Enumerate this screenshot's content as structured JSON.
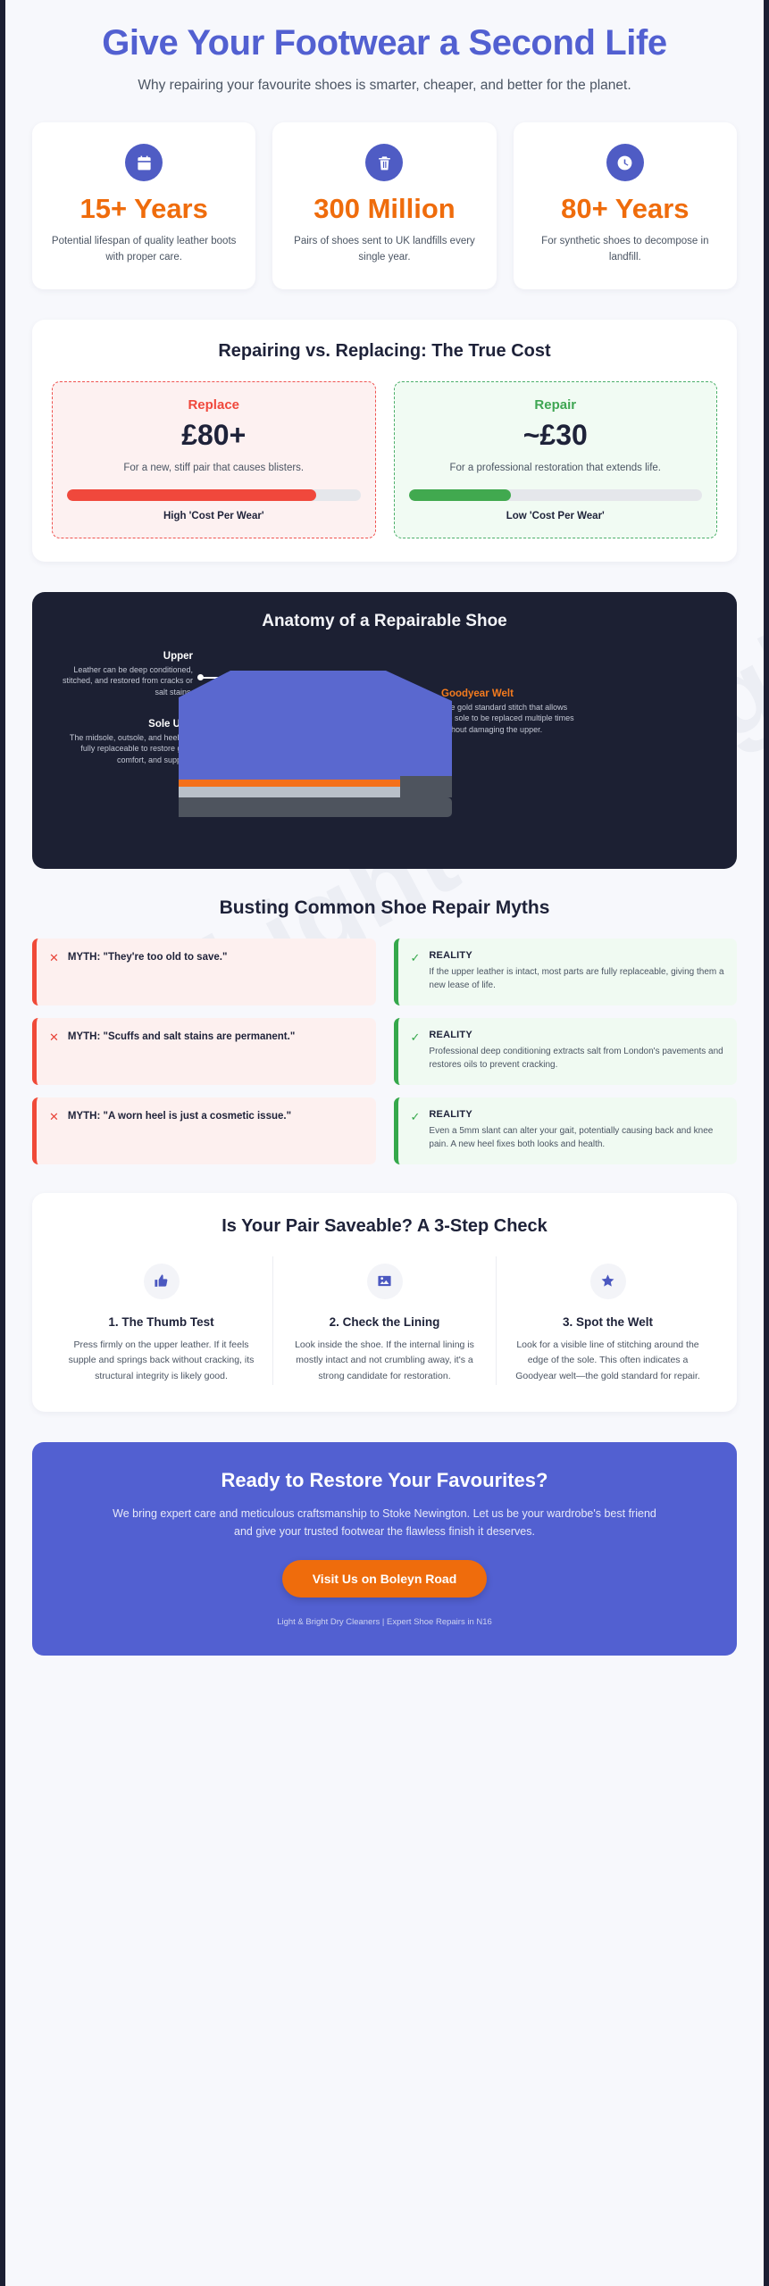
{
  "hero": {
    "title": "Give Your Footwear a Second Life",
    "subtitle": "Why repairing your favourite shoes is smarter, cheaper, and better for the planet."
  },
  "stats": [
    {
      "icon": "calendar-icon",
      "value": "15+ Years",
      "desc": "Potential lifespan of quality leather boots with proper care."
    },
    {
      "icon": "trash-icon",
      "value": "300 Million",
      "desc": "Pairs of shoes sent to UK landfills every single year."
    },
    {
      "icon": "clock-icon",
      "value": "80+ Years",
      "desc": "For synthetic shoes to decompose in landfill."
    }
  ],
  "cost": {
    "title": "Repairing vs. Replacing: The True Cost",
    "replace": {
      "label": "Replace",
      "amount": "£80+",
      "note": "For a new, stiff pair that causes blisters.",
      "bar_percent": 85,
      "bar_color": "#f0483c",
      "caption": "High 'Cost Per Wear'"
    },
    "repair": {
      "label": "Repair",
      "amount": "~£30",
      "note": "For a professional restoration that extends life.",
      "bar_percent": 35,
      "bar_color": "#41a94f",
      "caption": "Low 'Cost Per Wear'"
    }
  },
  "anatomy": {
    "title": "Anatomy of a Repairable Shoe",
    "annotations": [
      {
        "title": "Upper",
        "body": "Leather can be deep conditioned, stitched, and restored from cracks or salt stains.",
        "color": "#ffffff"
      },
      {
        "title": "Sole Unit",
        "body": "The midsole, outsole, and heel are fully replaceable to restore grip, comfort, and support.",
        "color": "#ffffff"
      },
      {
        "title": "Goodyear Welt",
        "body": "The gold standard stitch that allows the sole to be replaced multiple times without damaging the upper.",
        "color": "#f47b1e"
      }
    ],
    "shoe_colors": {
      "upper": "#5a68cf",
      "welt": "#f4701a",
      "midsole": "#b9c0c9",
      "outsole": "#4e545e"
    }
  },
  "myths": {
    "title": "Busting Common Shoe Repair Myths",
    "reality_label": "REALITY",
    "items": [
      {
        "myth": "MYTH: \"They're too old to save.\"",
        "reality": "If the upper leather is intact, most parts are fully replaceable, giving them a new lease of life."
      },
      {
        "myth": "MYTH: \"Scuffs and salt stains are permanent.\"",
        "reality": "Professional deep conditioning extracts salt from London's pavements and restores oils to prevent cracking."
      },
      {
        "myth": "MYTH: \"A worn heel is just a cosmetic issue.\"",
        "reality": "Even a 5mm slant can alter your gait, potentially causing back and knee pain. A new heel fixes both looks and health."
      }
    ]
  },
  "steps": {
    "title": "Is Your Pair Saveable? A 3-Step Check",
    "items": [
      {
        "icon": "thumbs-up-icon",
        "title": "1. The Thumb Test",
        "body": "Press firmly on the upper leather. If it feels supple and springs back without cracking, its structural integrity is likely good."
      },
      {
        "icon": "image-icon",
        "title": "2. Check the Lining",
        "body": "Look inside the shoe. If the internal lining is mostly intact and not crumbling away, it's a strong candidate for restoration."
      },
      {
        "icon": "star-icon",
        "title": "3. Spot the Welt",
        "body": "Look for a visible line of stitching around the edge of the sole. This often indicates a Goodyear welt—the gold standard for repair."
      }
    ]
  },
  "cta": {
    "title": "Ready to Restore Your Favourites?",
    "body": "We bring expert care and meticulous craftsmanship to Stoke Newington. Let us be your wardrobe's best friend and give your trusted footwear the flawless finish it deserves.",
    "button": "Visit Us on Boleyn Road",
    "footer": "Light & Bright Dry Cleaners | Expert Shoe Repairs in N16"
  },
  "watermark": "Light & Bright"
}
